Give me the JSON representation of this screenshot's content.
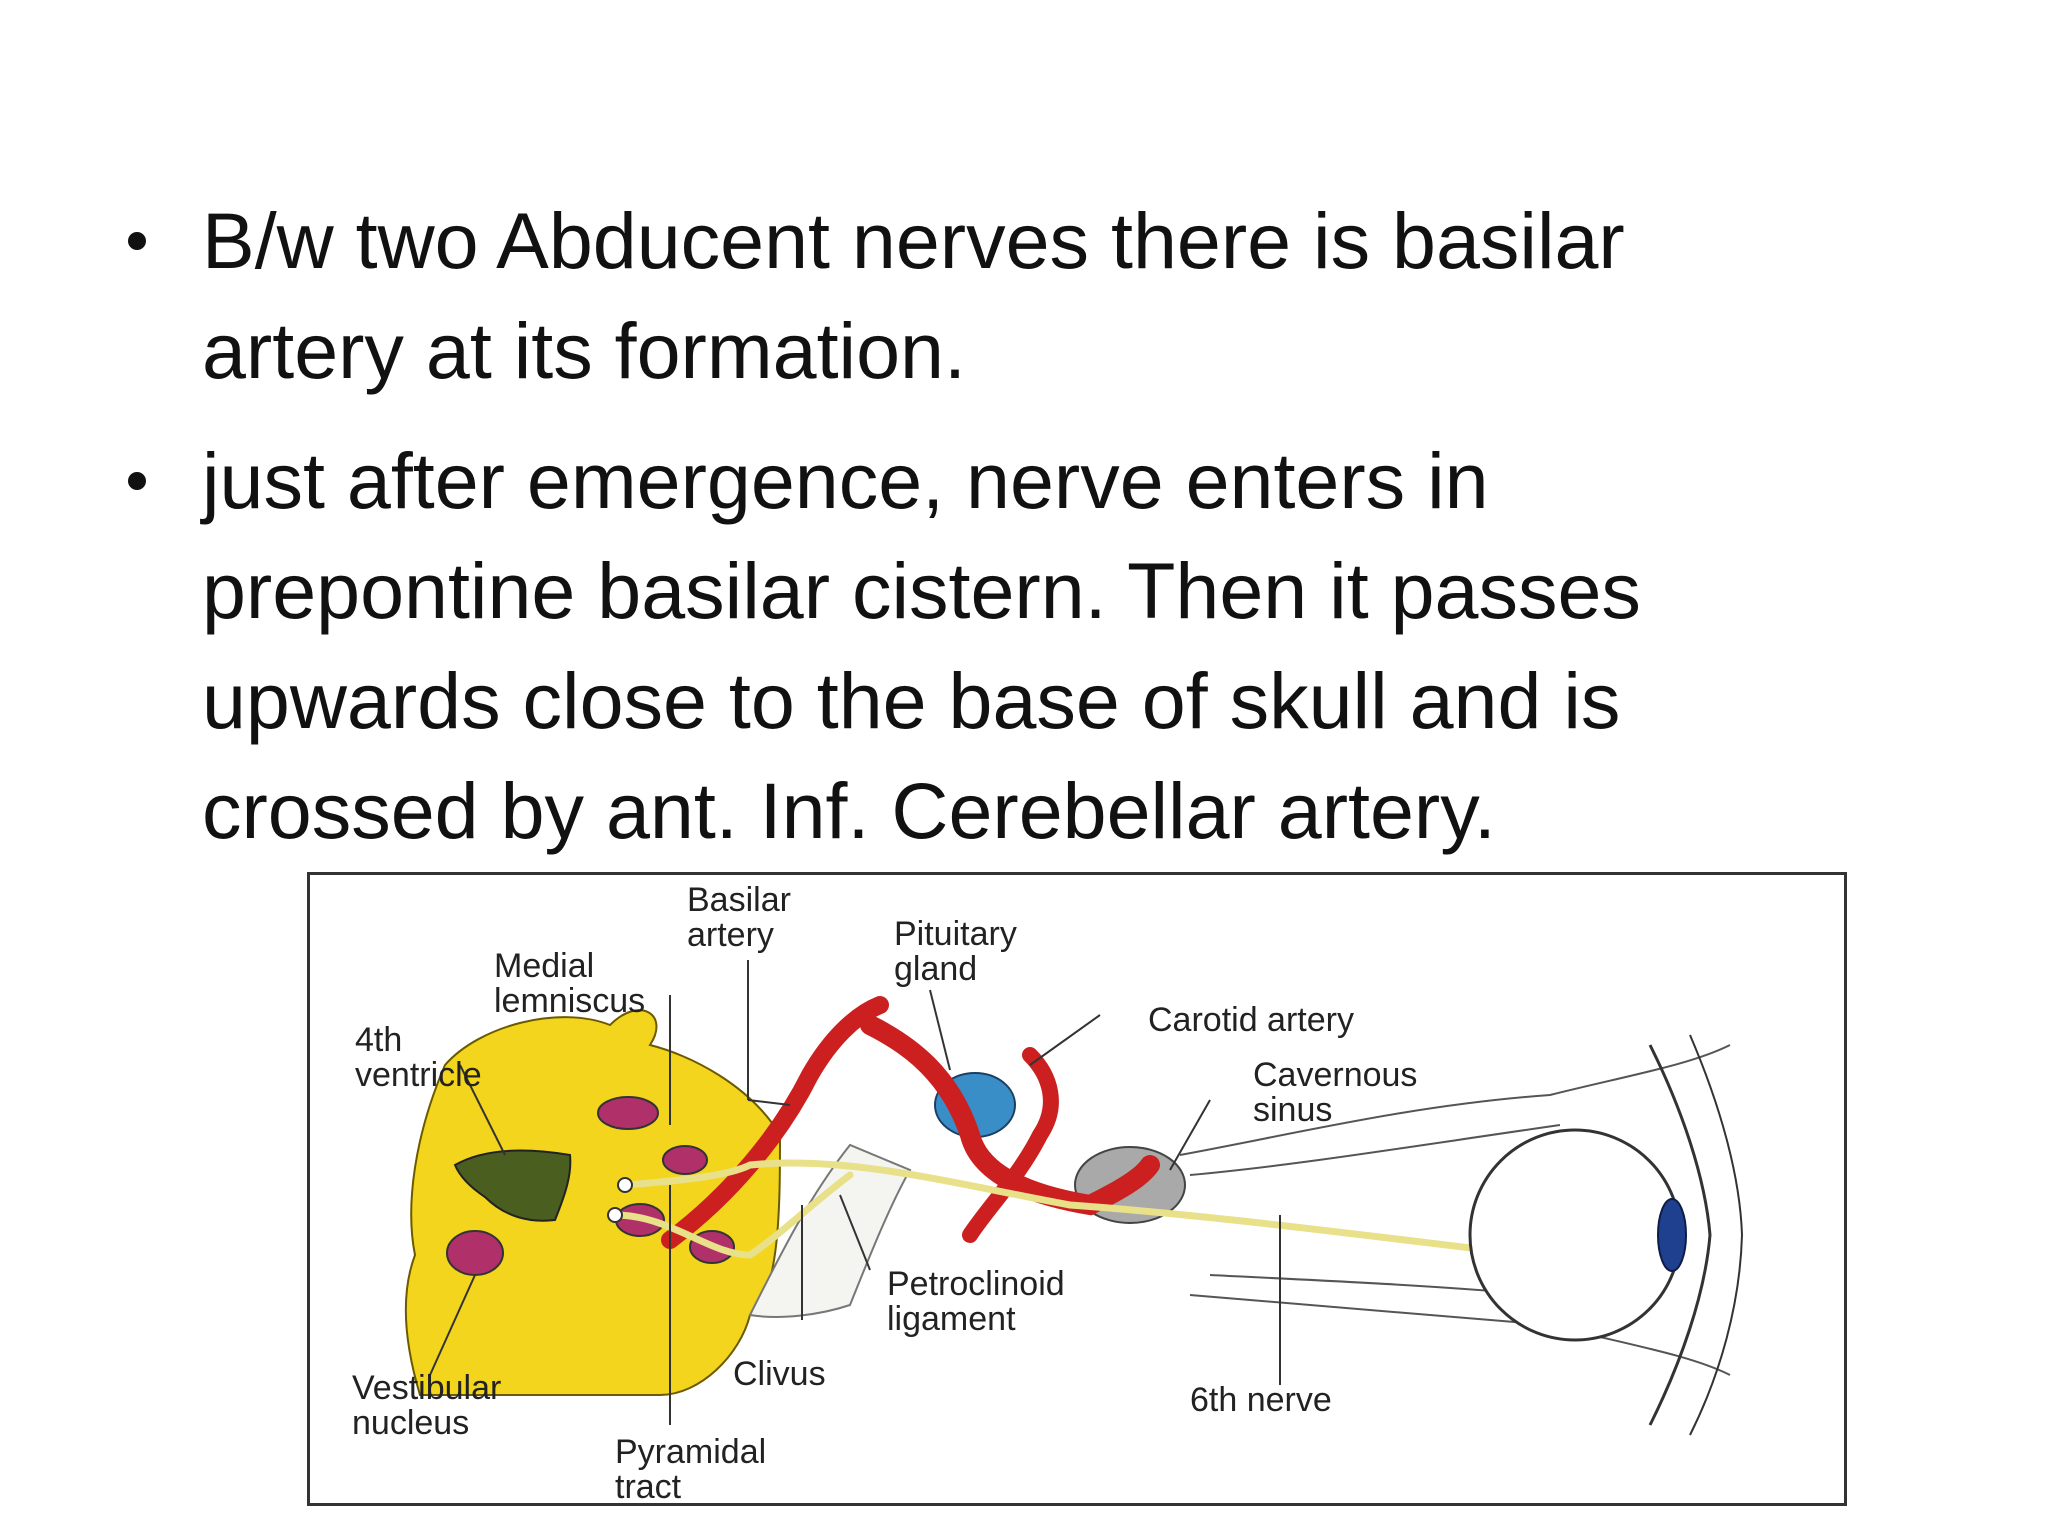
{
  "bullets": [
    "B/w two Abducent nerves there is basilar artery at its formation.",
    "just after emergence, nerve enters in prepontine basilar cistern. Then it passes upwards close to the base of skull and is crossed by ant. Inf. Cerebellar artery."
  ],
  "figure": {
    "labels": {
      "basilar_artery": "Basilar\nartery",
      "pituitary_gland": "Pituitary\ngland",
      "medial_lemniscus": "Medial\nlemniscus",
      "fourth_ventricle": "4th\nventricle",
      "carotid_artery": "Carotid artery",
      "cavernous_sinus": "Cavernous\nsinus",
      "petroclinoid_ligament": "Petroclinoid\nligament",
      "clivus": "Clivus",
      "vestibular_nucleus": "Vestibular\nnucleus",
      "sixth_nerve": "6th nerve",
      "pyramidal_tract": "Pyramidal\ntract"
    },
    "colors": {
      "brainstem": "#f2d51c",
      "nuclei": "#b0306a",
      "artery": "#cc2020",
      "pituitary": "#3a8ec8",
      "nerve": "#e9e08a",
      "eye_iris": "#1f3f8f"
    }
  }
}
